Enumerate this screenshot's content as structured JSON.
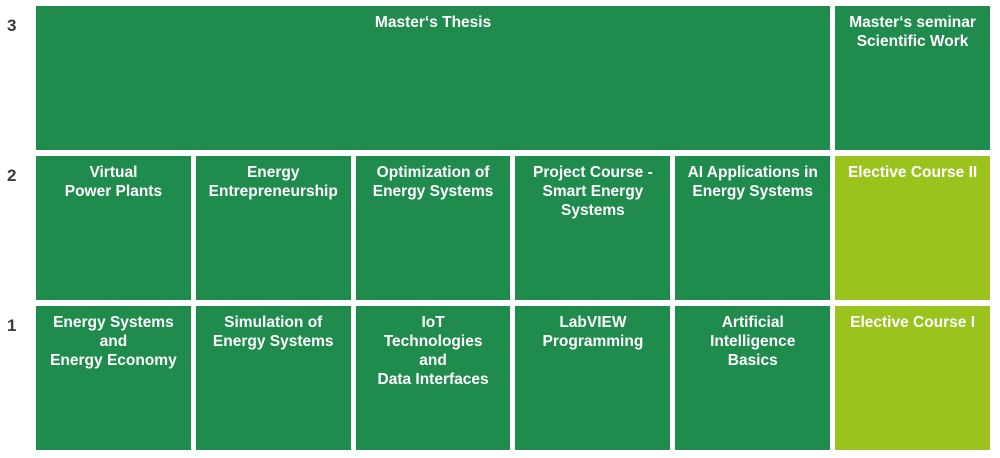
{
  "palette": {
    "background": "#ffffff",
    "block_green": "#1f8b4d",
    "elective_green": "#9ac31e",
    "block_text": "#ffffff",
    "semester_text": "#3a3a39"
  },
  "semesters": [
    "3",
    "2",
    "1"
  ],
  "rows": [
    {
      "semester": "3",
      "cells": [
        {
          "label": "Master‘s Thesis",
          "type": "core",
          "span": 5
        },
        {
          "label": "Master‘s seminar\nScientific Work",
          "type": "core",
          "span": 1
        }
      ]
    },
    {
      "semester": "2",
      "cells": [
        {
          "label": "Virtual\nPower Plants",
          "type": "core"
        },
        {
          "label": "Energy\nEntrepreneurship",
          "type": "core"
        },
        {
          "label": "Optimization of\nEnergy Systems",
          "type": "core"
        },
        {
          "label": "Project Course -\nSmart Energy\nSystems",
          "type": "core"
        },
        {
          "label": "AI Applications in\nEnergy Systems",
          "type": "core"
        },
        {
          "label": "Elective Course II",
          "type": "elective"
        }
      ]
    },
    {
      "semester": "1",
      "cells": [
        {
          "label": "Energy Systems\nand\nEnergy Economy",
          "type": "core"
        },
        {
          "label": "Simulation of\nEnergy Systems",
          "type": "core"
        },
        {
          "label": "IoT\nTechnologies\nand\nData Interfaces",
          "type": "core"
        },
        {
          "label": "LabVIEW\nProgramming",
          "type": "core"
        },
        {
          "label": "Artificial\nIntelligence\nBasics",
          "type": "core"
        },
        {
          "label": "Elective Course I",
          "type": "elective"
        }
      ]
    }
  ]
}
